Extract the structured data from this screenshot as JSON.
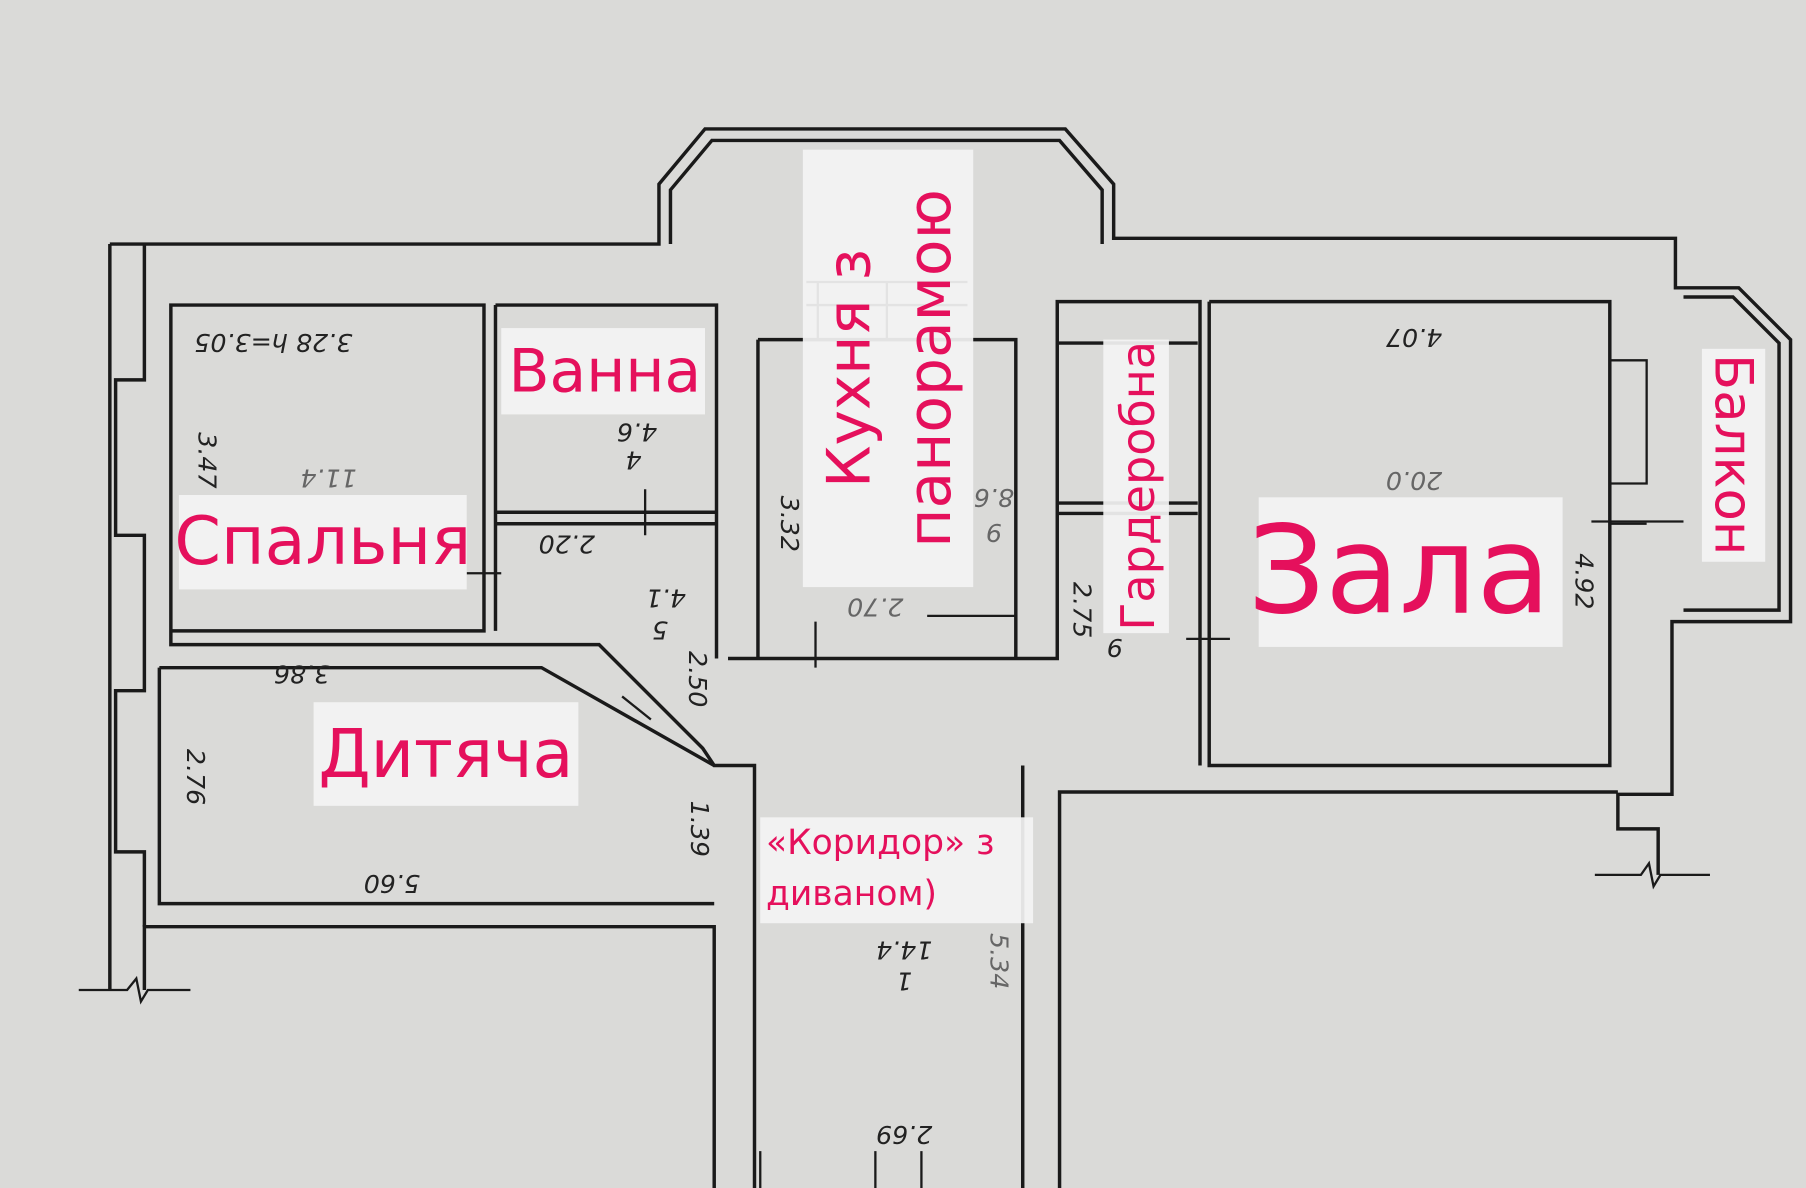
{
  "colors": {
    "label": "#e5105c",
    "paper": "#dadad8",
    "line": "#1a1a1a"
  },
  "rooms": {
    "bedroom": "Спальня",
    "bathroom": "Ванна",
    "kitchen_line1": "Кухня з",
    "kitchen_line2": "панорамою",
    "wardrobe": "Гардеробна",
    "hall": "Зала",
    "balcony": "Балкон",
    "kids": "Дитяча",
    "corridor_line1": "«Коридор» з",
    "corridor_line2": "диваном)"
  },
  "dimensions": {
    "bedroom_width_height": "3.28 h=3.05",
    "bedroom_depth": "3.47",
    "bedroom_area": "11.4",
    "bath_area": "4.6",
    "bath_no": "4",
    "wc_width": "2.20",
    "wc_area": "4.1",
    "wc_no": "5",
    "kids_top": "3.86",
    "diag": "2.50",
    "kids_depth": "2.76",
    "kids_width": "5.60",
    "corr_short": "1.39",
    "corr_depth": "5.34",
    "corr_area": "14.4",
    "corr_no": "1",
    "corr_width": "2.69",
    "kitchen_depth": "3.32",
    "kitchen_area": "8.6",
    "kitchen_no": "9",
    "kitchen_width": "2.70",
    "hall_width": "4.07",
    "hall_area": "20.0",
    "hall_depth": "4.92",
    "wardrobe_depth": "2.75",
    "wardrobe_no": "9"
  }
}
